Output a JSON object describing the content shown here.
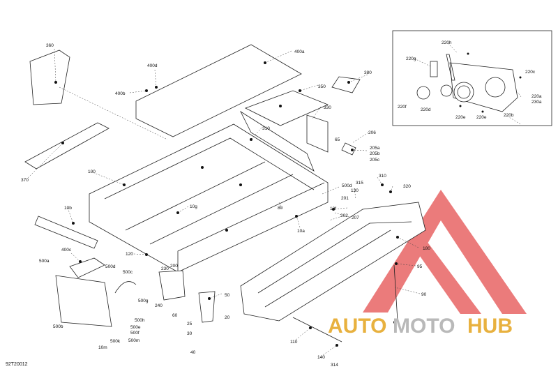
{
  "figure_code": "92T20012",
  "watermark": {
    "part1": "AUTO",
    "part2": "MOTO",
    "part3": "HUB",
    "logo_color": "#e55050"
  },
  "callouts": {
    "c360": "360",
    "c400a": "400a",
    "c400d": "400d",
    "c400b": "400b",
    "c380": "380",
    "c350": "350",
    "c330": "330",
    "c310a": "310",
    "c370": "370",
    "c100": "100",
    "c10b": "10b",
    "c10g": "10g",
    "c400c": "400c",
    "c500a": "500a",
    "c500d": "500d",
    "c500c": "500c",
    "c500b": "500b",
    "c500g": "500g",
    "c500h": "500h",
    "c500e": "500e",
    "c500f": "500f",
    "c500k": "500k",
    "c500m": "500m",
    "c10m": "10m",
    "c120": "120",
    "c230": "230",
    "c200": "200",
    "c240": "240",
    "c60": "60",
    "c50": "50",
    "c25": "25",
    "c30": "30",
    "c20": "20",
    "c40": "40",
    "c206": "206",
    "c205a": "205a",
    "c205b": "205b",
    "c205c": "205c",
    "c65": "65",
    "c500d2": "500d",
    "c130": "130",
    "c315": "315",
    "c201": "201",
    "c10f": "10f",
    "c202": "202",
    "c207": "207",
    "c80": "80",
    "c10a": "10a",
    "c310b": "310",
    "c320": "320",
    "c180": "180",
    "c95": "95",
    "c90": "90",
    "c110": "110",
    "c140": "140",
    "c314": "314",
    "c230a_label": "230a",
    "c220e": "220e",
    "c220f": "220f",
    "c220d": "220d",
    "c220c": "220c",
    "c220g": "220g",
    "c220a": "220a",
    "c220e2": "220e",
    "c220b": "220b",
    "c220h": "220h"
  }
}
